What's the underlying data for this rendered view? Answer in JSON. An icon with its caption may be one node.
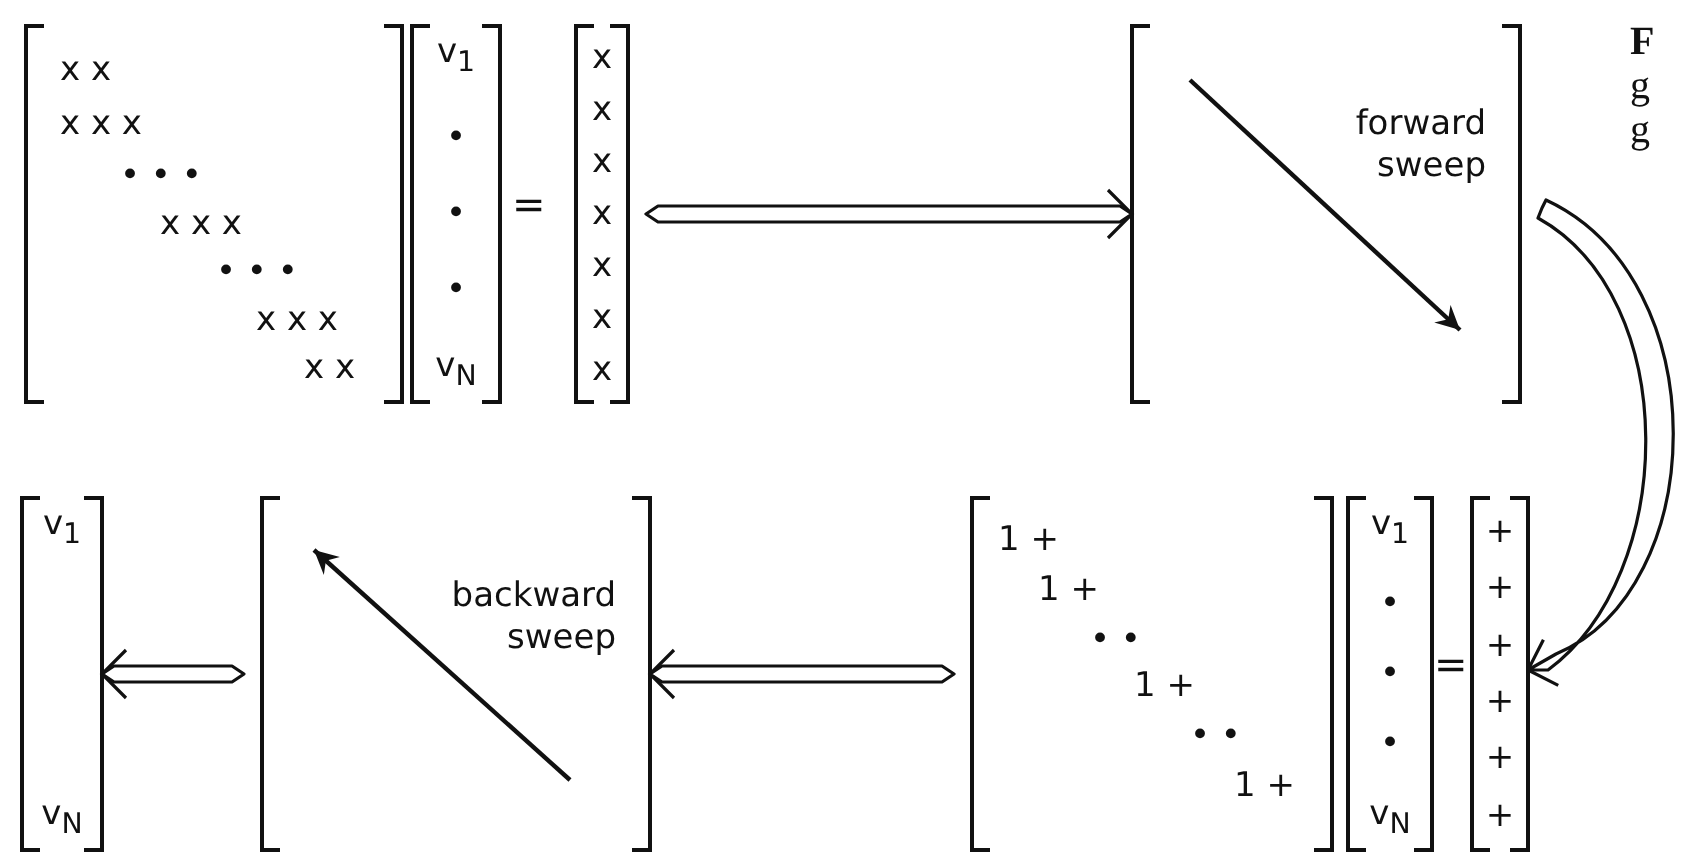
{
  "diagram": {
    "nodes": [
      {
        "text": [
          "x x",
          "x x x",
          "• • •",
          "x x x",
          "• • •",
          "x x x",
          "x x"
        ]
      },
      {
        "text": [
          "v$_{1}$",
          "•",
          "•",
          "•",
          "v$_{N}$"
        ]
      },
      {
        "text": [
          "x",
          "x",
          "x",
          "x",
          "x",
          "x",
          "x"
        ]
      },
      {
        "text": [
          "forward sweep"
        ]
      },
      {
        "text": [
          "1 +",
          "1 +",
          "• •",
          "1 +",
          "• •",
          "1 +"
        ]
      },
      {
        "text": [
          "v$_{1}$",
          "•",
          "•",
          "•",
          "v$_{N}$"
        ]
      },
      {
        "text": [
          "+",
          "+",
          "+",
          "+",
          "+",
          "+"
        ]
      },
      {
        "text": [
          "backward sweep"
        ]
      },
      {
        "text": [
          "v$_{1}$",
          "v$_{N}$"
        ]
      }
    ],
    "edges": [
      {
        "from": 2,
        "to": 3,
        "arrow": "to"
      },
      {
        "from": 3,
        "to": 6,
        "arrow": "to"
      },
      {
        "from": 4,
        "to": 7,
        "arrow": "to"
      },
      {
        "from": 7,
        "to": 8,
        "arrow": "to"
      }
    ],
    "labels": [
      "F",
      "g",
      "g",
      "=",
      "="
    ]
  }
}
